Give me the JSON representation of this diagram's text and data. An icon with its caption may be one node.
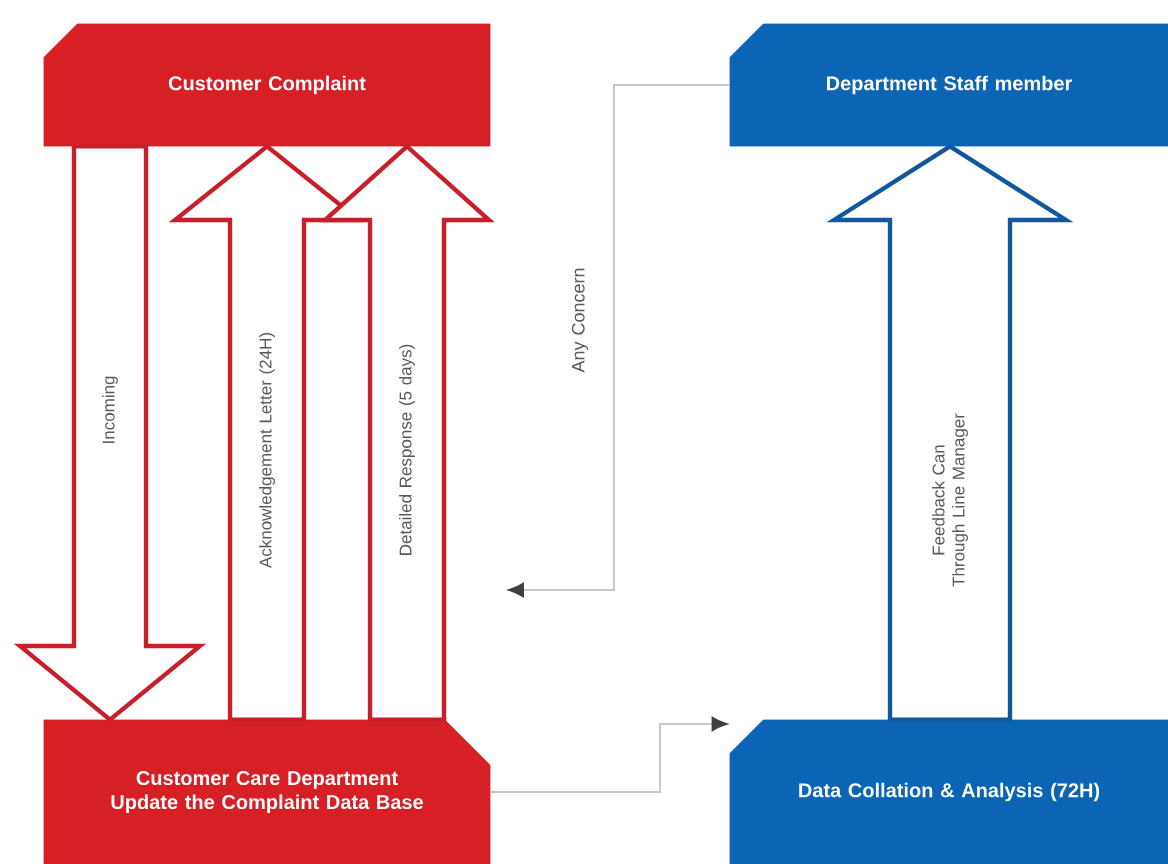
{
  "diagram": {
    "nodes": [
      {
        "text": [
          "Customer Complaint"
        ]
      },
      {
        "text": [
          "Department Staff member"
        ]
      },
      {
        "text": [
          "Customer Care Department Update the Complaint Data Base"
        ]
      },
      {
        "text": [
          "Data Collation & Analysis (72H)"
        ]
      }
    ],
    "edges": [
      {
        "from": 0,
        "to": 2,
        "arrow": "to",
        "label": "Incoming",
        "style": "thick",
        "color": "#c8202a"
      },
      {
        "from": 2,
        "to": 0,
        "arrow": "to",
        "label": "Acknowledgement Letter (24H)",
        "style": "thick",
        "color": "#c8202a"
      },
      {
        "from": 2,
        "to": 0,
        "arrow": "to",
        "label": "Detailed Response (5 days)",
        "style": "thick",
        "color": "#c8202a"
      },
      {
        "from": 3,
        "to": 1,
        "arrow": "to",
        "label": "Feedback Can Through Line Manager",
        "style": "thick",
        "color": "#11579e"
      },
      {
        "from": 1,
        "to": null,
        "arrow": "to",
        "label": "Any Concern",
        "color": "#c8c8c8"
      },
      {
        "from": 2,
        "to": 3,
        "arrow": "to",
        "color": "#c8c8c8"
      }
    ]
  }
}
